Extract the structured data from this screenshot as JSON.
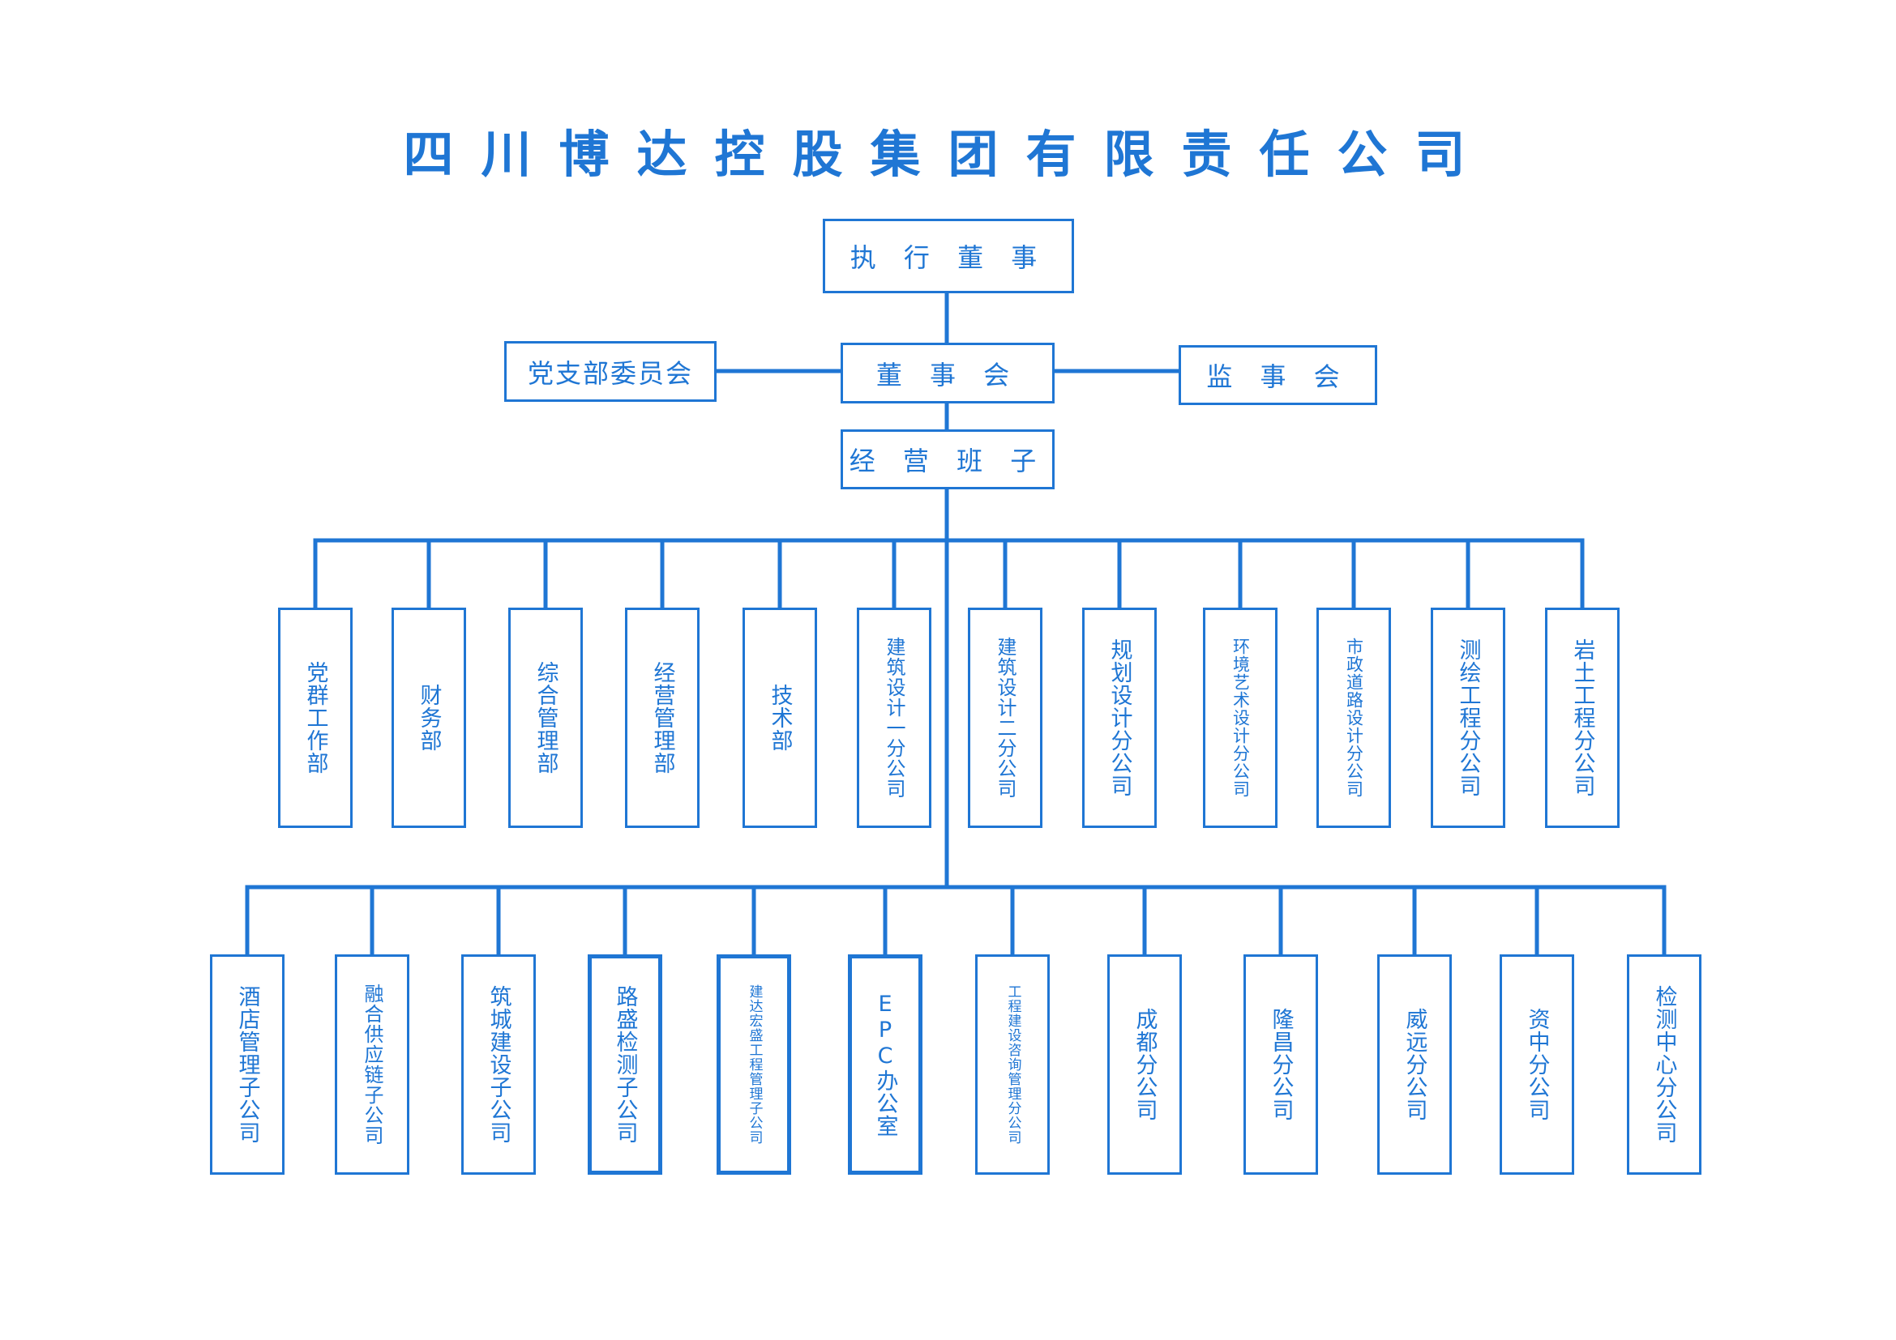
{
  "title": "四川博达控股集团有限责任公司",
  "colors": {
    "line": "#1f76d4",
    "text": "#1f76d4",
    "background": "#ffffff"
  },
  "top": {
    "executive_director": "执 行 董 事",
    "board": "董 事 会",
    "party_committee": "党支部委员会",
    "supervisors": "监 事 会",
    "operating_team": "经 营 班 子"
  },
  "departments": [
    "党群工作部",
    "财务部",
    "综合管理部",
    "经营管理部",
    "技术部",
    "建筑设计一分公司",
    "建筑设计二分公司",
    "规划设计分公司",
    "环境艺术设计分公司",
    "市政道路设计分公司",
    "测绘工程分公司",
    "岩土工程分公司"
  ],
  "subsidiaries": [
    "酒店管理子公司",
    "融合供应链子公司",
    "筑城建设子公司",
    "路盛检测子公司",
    "建达宏盛工程管理子公司",
    "EPC办公室",
    "工程建设咨询管理分公司",
    "成都分公司",
    "隆昌分公司",
    "威远分公司",
    "资中分公司",
    "检测中心分公司"
  ]
}
